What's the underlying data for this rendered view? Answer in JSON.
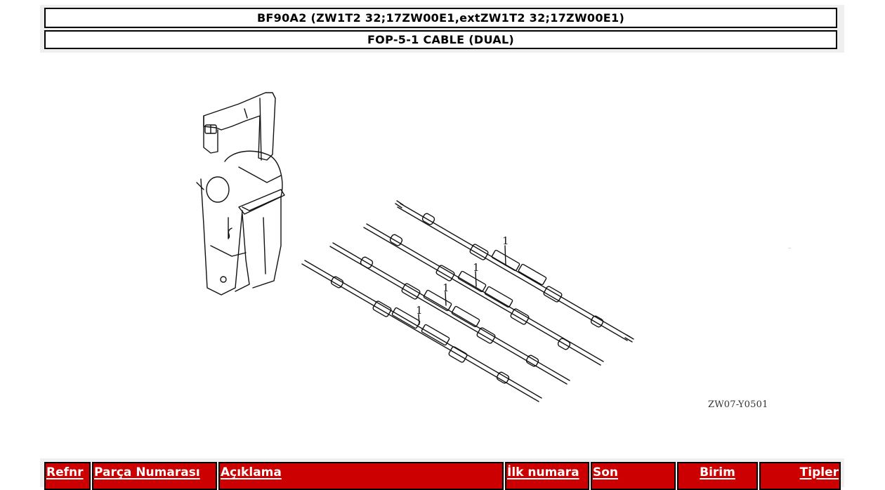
{
  "title": {
    "model_line": "BF90A2 (ZW1T2 32;17ZW00E1,extZW1T2 32;17ZW00E1)",
    "section_line": "FOP-5-1 CABLE (DUAL)"
  },
  "diagram": {
    "description": "Exploded parts illustration: dual remote control box and four control cables",
    "callouts": [
      "1",
      "1",
      "1",
      "1"
    ],
    "reference_code": "ZW07-Y0501",
    "stray_mark": ".."
  },
  "parts_table": {
    "columns": [
      {
        "key": "refnr",
        "label": "Refnr",
        "align": "left"
      },
      {
        "key": "part_number",
        "label": "Parça Numarası",
        "align": "left"
      },
      {
        "key": "description",
        "label": "Açıklama",
        "align": "left"
      },
      {
        "key": "first_serial",
        "label": "İlk numara",
        "align": "left"
      },
      {
        "key": "last_serial",
        "label": "Son",
        "align": "left"
      },
      {
        "key": "unit",
        "label": "Birim",
        "align": "center"
      },
      {
        "key": "types",
        "label": "Tipler",
        "align": "right"
      }
    ],
    "header_color": "#cc0000"
  }
}
